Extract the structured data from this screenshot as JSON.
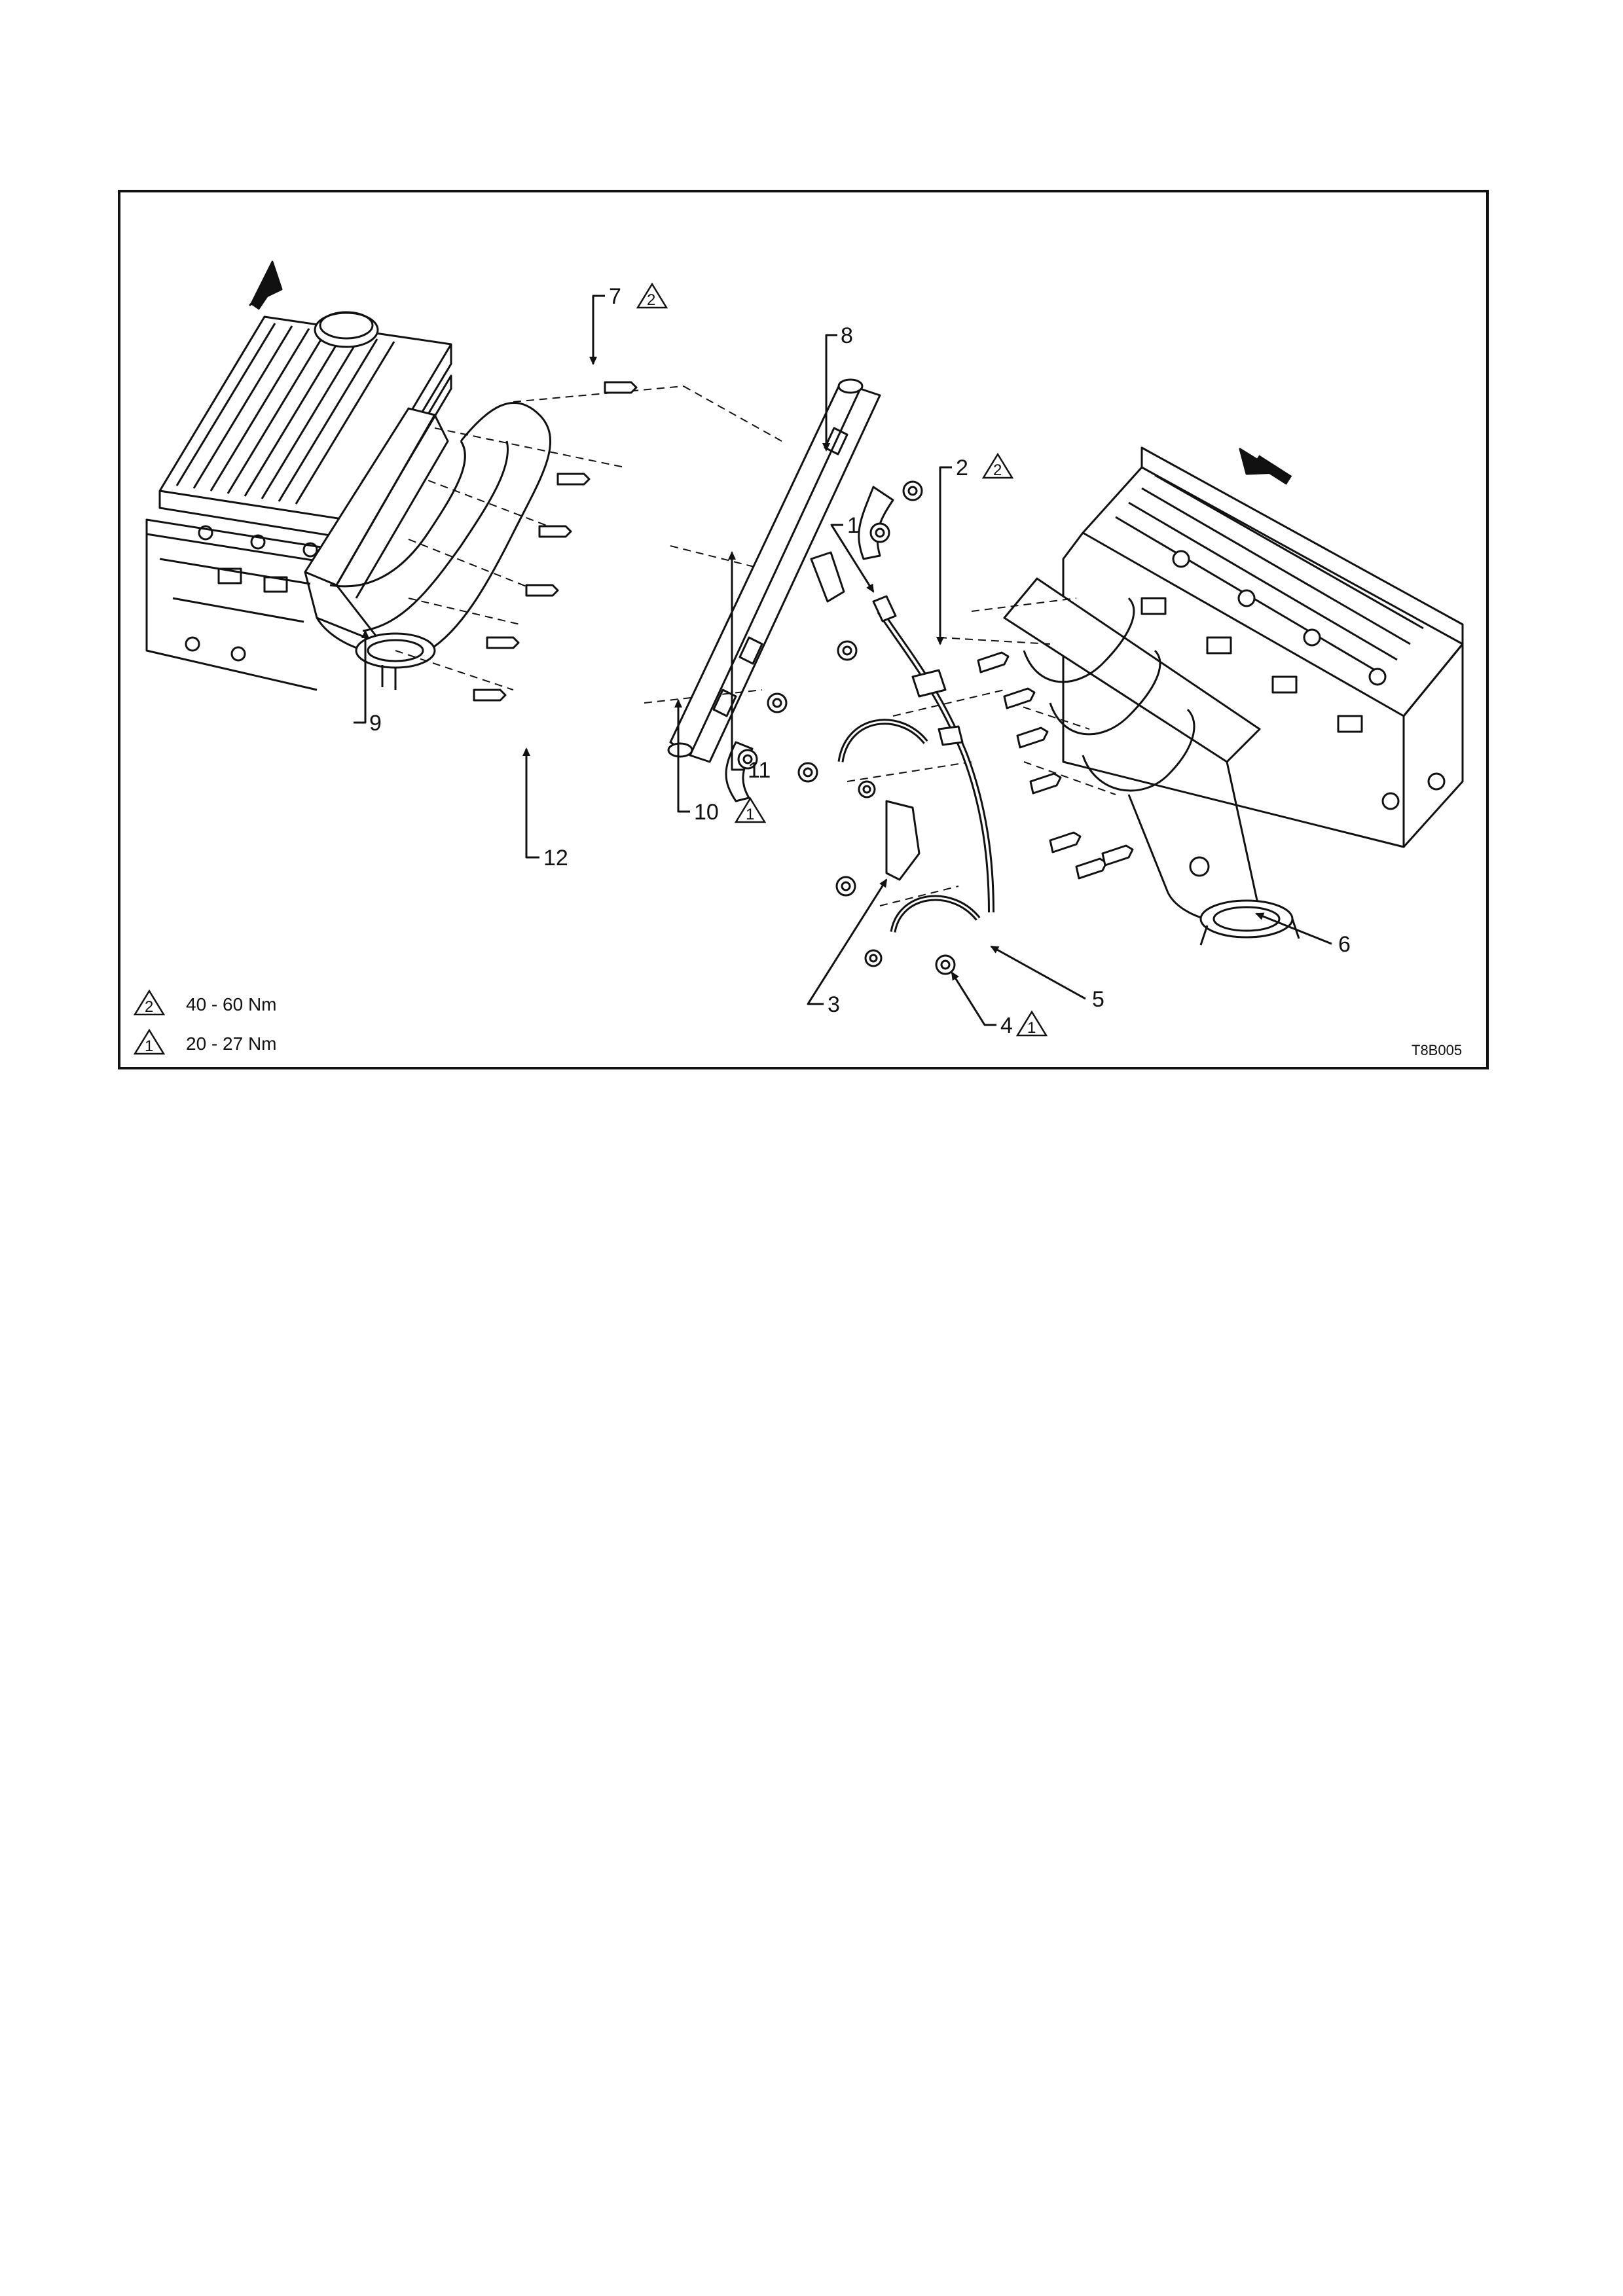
{
  "callouts": [
    {
      "id": "1",
      "label": "1"
    },
    {
      "id": "2",
      "label": "2",
      "spec": "2"
    },
    {
      "id": "3",
      "label": "3"
    },
    {
      "id": "4",
      "label": "4",
      "spec": "1"
    },
    {
      "id": "5",
      "label": "5"
    },
    {
      "id": "6",
      "label": "6"
    },
    {
      "id": "7",
      "label": "7",
      "spec": "2"
    },
    {
      "id": "8",
      "label": "8"
    },
    {
      "id": "9",
      "label": "9"
    },
    {
      "id": "10",
      "label": "10",
      "spec": "1"
    },
    {
      "id": "11",
      "label": "11"
    },
    {
      "id": "12",
      "label": "12"
    }
  ],
  "legend": [
    {
      "symbol": "2",
      "text": "40 - 60 Nm"
    },
    {
      "symbol": "1",
      "text": "20 - 27 Nm"
    }
  ],
  "reference": "T8B005",
  "colors": {
    "line": "#111111",
    "background": "#ffffff"
  }
}
